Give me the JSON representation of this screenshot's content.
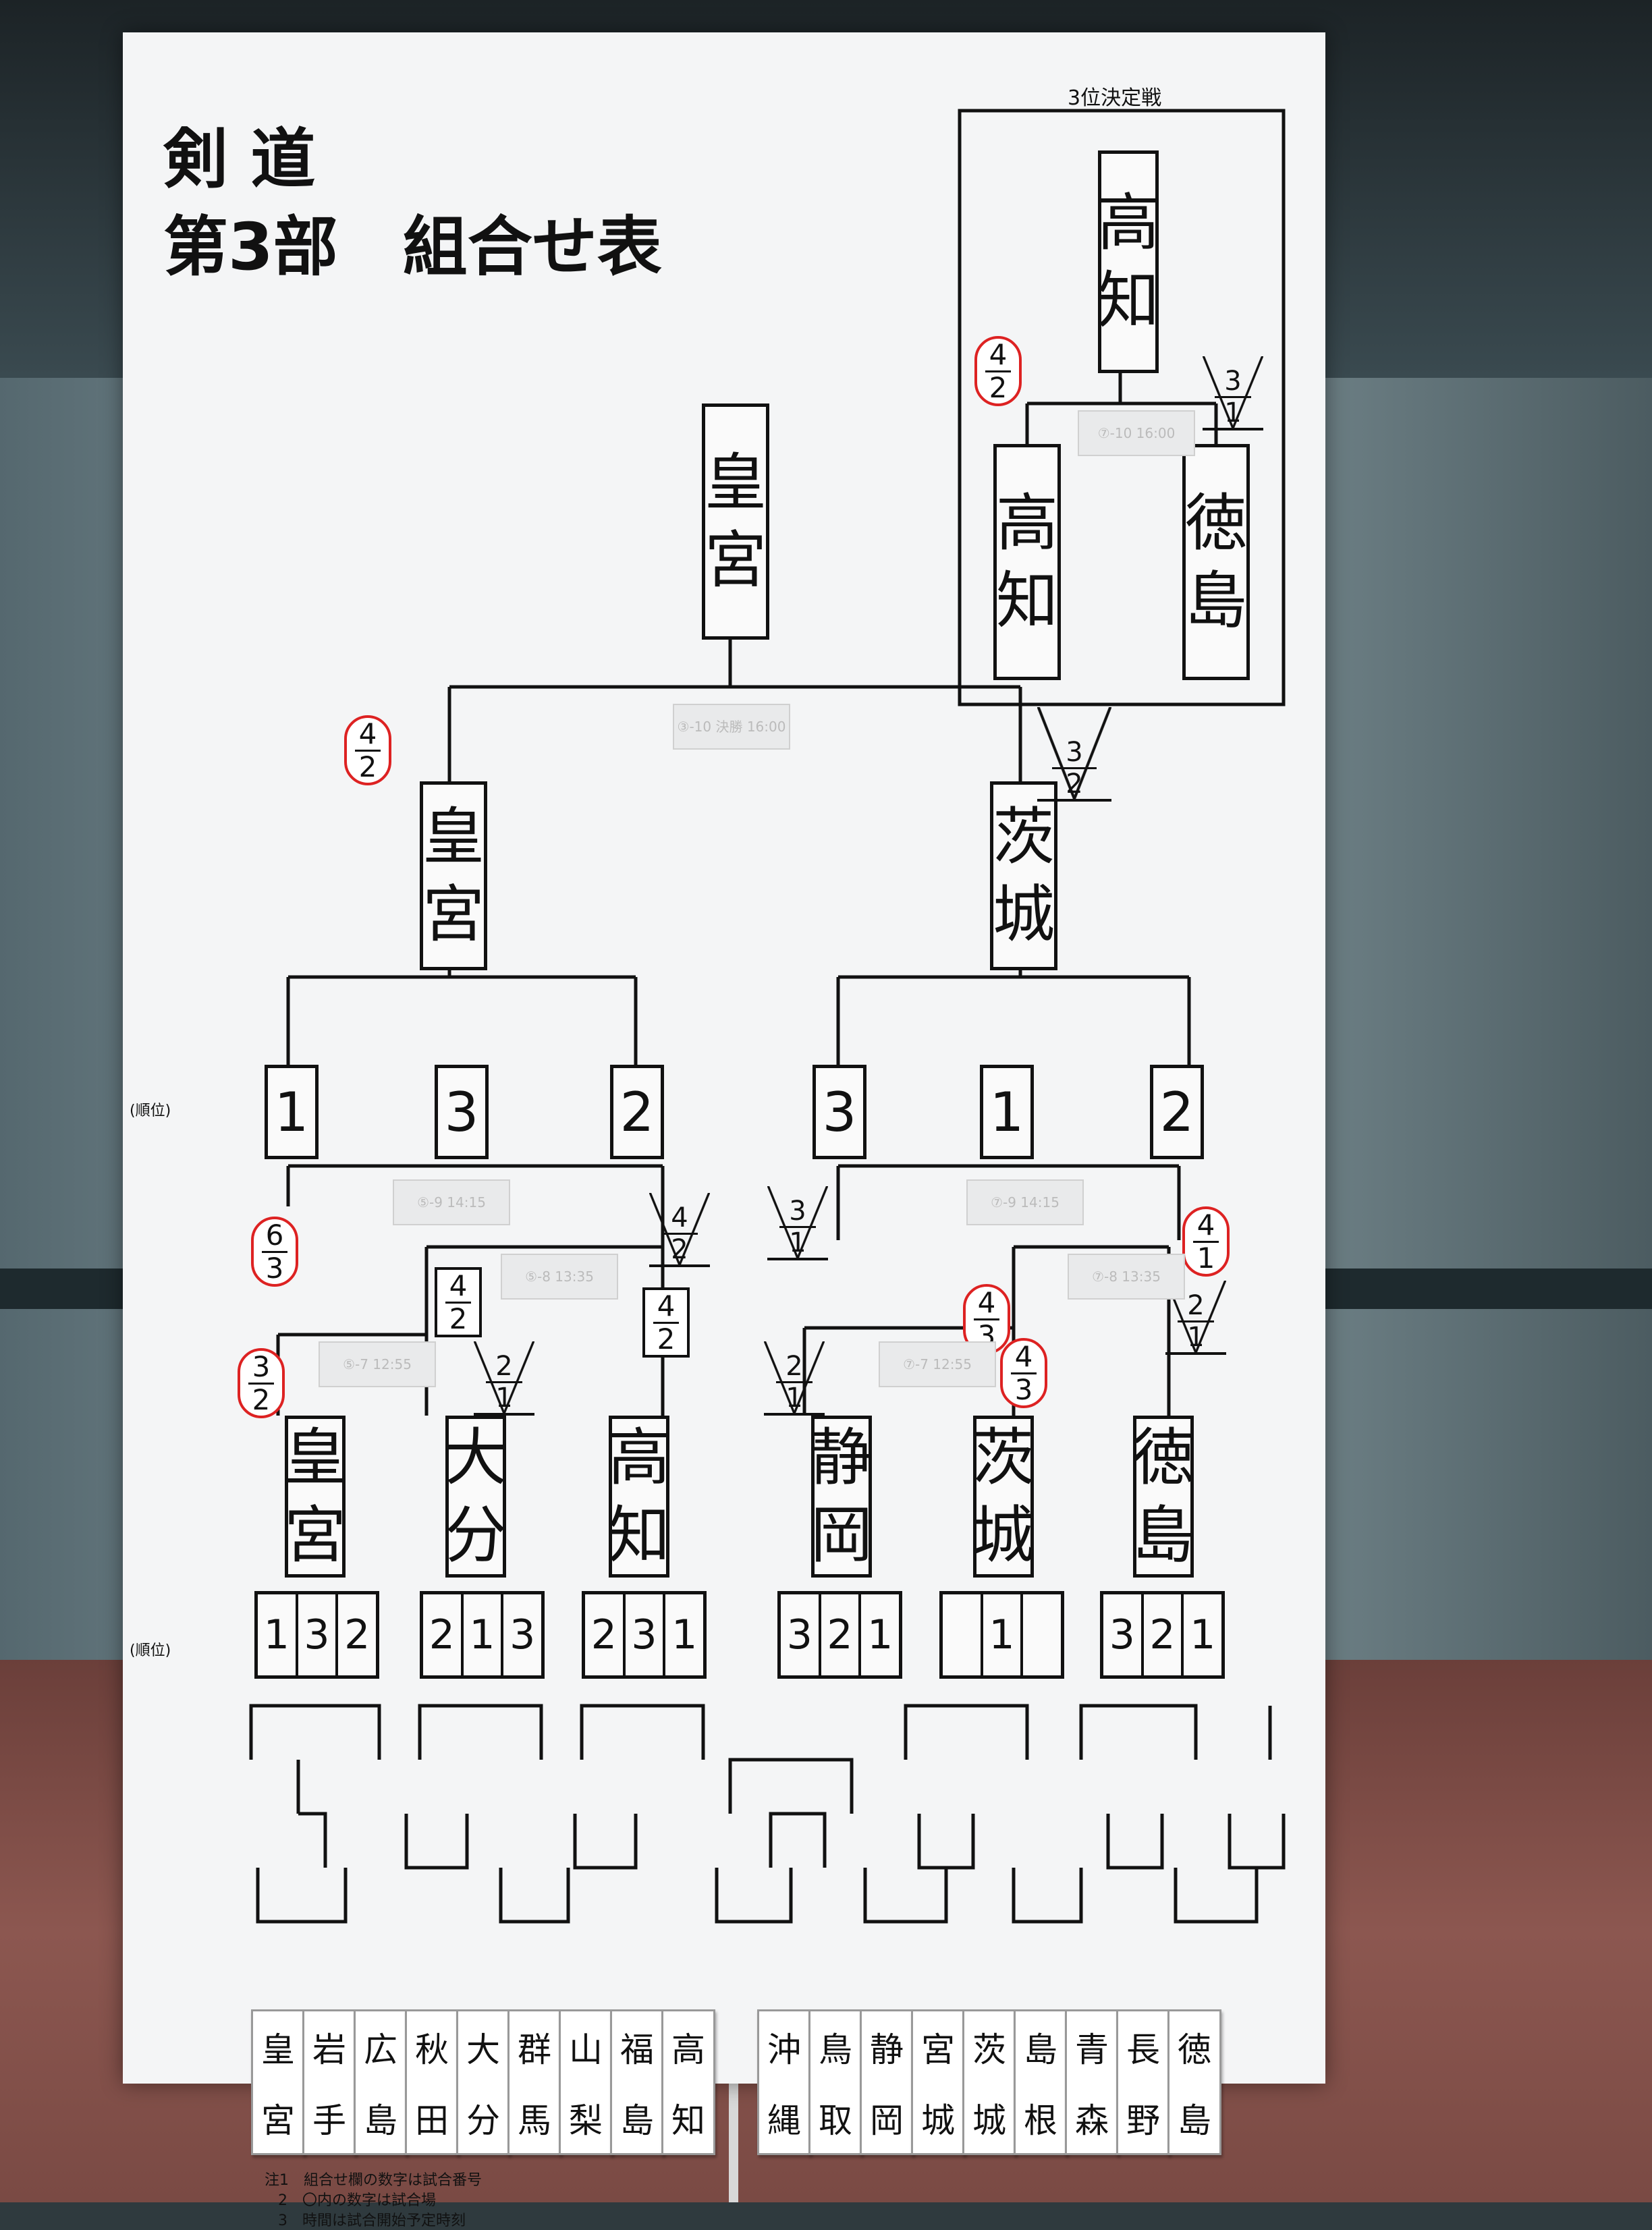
{
  "title": {
    "line1": "剣 道",
    "line2": "第3部　組合せ表"
  },
  "third_place": {
    "header": "3位決定戦",
    "winner": [
      "高",
      "知"
    ],
    "left": [
      "高",
      "知"
    ],
    "right": [
      "徳",
      "島"
    ],
    "score_left": [
      "4",
      "2"
    ],
    "score_right": [
      "3",
      "1"
    ],
    "tag": "⑦-10 16:00"
  },
  "final": {
    "winner": [
      "皇",
      "宮"
    ],
    "left": [
      "皇",
      "宮"
    ],
    "right": [
      "茨",
      "城"
    ],
    "score_left": [
      "4",
      "2"
    ],
    "score_right": [
      "3",
      "2"
    ],
    "tag": "③-10 決勝 16:00"
  },
  "rank_label": "(順位)",
  "group_ranks": [
    "1",
    "3",
    "2",
    "3",
    "1",
    "2"
  ],
  "groups": [
    {
      "winner": [
        "皇",
        "宮"
      ],
      "ranks": [
        "1",
        "3",
        "2"
      ]
    },
    {
      "winner": [
        "大",
        "分"
      ],
      "ranks": [
        "2",
        "1",
        "3"
      ]
    },
    {
      "winner": [
        "高",
        "知"
      ],
      "ranks": [
        "2",
        "3",
        "1"
      ]
    },
    {
      "winner": [
        "静",
        "岡"
      ],
      "ranks": [
        "3",
        "2",
        "1"
      ]
    },
    {
      "winner": [
        "茨",
        "城"
      ],
      "ranks": [
        "",
        "1",
        ""
      ]
    },
    {
      "winner": [
        "徳",
        "島"
      ],
      "ranks": [
        "3",
        "2",
        "1"
      ]
    }
  ],
  "pool_scores": [
    [
      "6",
      "3"
    ],
    [
      "4",
      "2"
    ],
    [
      "4",
      "2"
    ],
    [
      "4",
      "2"
    ],
    [
      "3",
      "2"
    ],
    [
      "2",
      "1"
    ],
    [
      "3",
      "1"
    ],
    [
      "4",
      "1"
    ],
    [
      "4",
      "3"
    ],
    [
      "2",
      "1"
    ],
    [
      "2",
      "1"
    ],
    [
      "4",
      "3"
    ]
  ],
  "tags": [
    "⑤-9 14:15",
    "⑤-8 13:35",
    "⑤-7 12:55",
    "⑦-9 14:15",
    "⑦-8 13:35",
    "⑦-7 12:55"
  ],
  "prefectures": [
    [
      "皇",
      "宮"
    ],
    [
      "岩",
      "手"
    ],
    [
      "広",
      "島"
    ],
    [
      "秋",
      "田"
    ],
    [
      "大",
      "分"
    ],
    [
      "群",
      "馬"
    ],
    [
      "山",
      "梨"
    ],
    [
      "福",
      "島"
    ],
    [
      "高",
      "知"
    ],
    [
      "沖",
      "縄"
    ],
    [
      "鳥",
      "取"
    ],
    [
      "静",
      "岡"
    ],
    [
      "宮",
      "城"
    ],
    [
      "茨",
      "城"
    ],
    [
      "島",
      "根"
    ],
    [
      "青",
      "森"
    ],
    [
      "長",
      "野"
    ],
    [
      "徳",
      "島"
    ]
  ],
  "notes": [
    "注1　組合せ欄の数字は試合番号",
    "2　〇内の数字は試合場",
    "3　時間は試合開始予定時刻"
  ]
}
